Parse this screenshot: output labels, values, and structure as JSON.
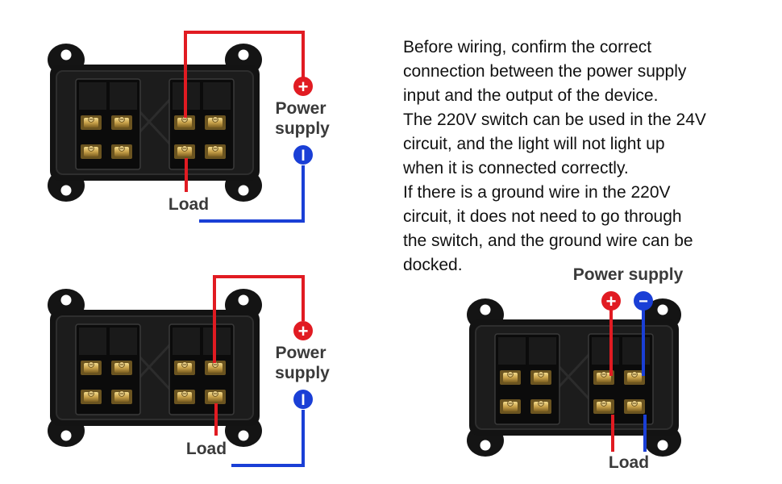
{
  "diagrams": [
    {
      "id": "top-left",
      "power_label_line1": "Power",
      "power_label_line2": "supply",
      "load_label": "Load",
      "plus_sign": "+",
      "minus_sign": "I"
    },
    {
      "id": "bottom-left",
      "power_label_line1": "Power",
      "power_label_line2": "supply",
      "load_label": "Load",
      "plus_sign": "+",
      "minus_sign": "I"
    },
    {
      "id": "bottom-right",
      "power_label": "Power supply",
      "load_label": "Load",
      "plus_sign": "+",
      "minus_sign": "−"
    }
  ],
  "note": {
    "lines": [
      "Before wiring, confirm the correct",
      "connection between the power supply",
      "input and the output of the device.",
      "The 220V switch can be used in the 24V",
      "circuit, and the light will not light up",
      "when it is connected correctly.",
      "If there is a ground wire in the 220V",
      "circuit, it does not need to go through",
      "the switch, and the ground wire can be",
      "docked."
    ]
  },
  "colors": {
    "positive": "#e11b22",
    "negative": "#1a3fd6",
    "housing": "#111111",
    "contact": "#c9a24a"
  }
}
